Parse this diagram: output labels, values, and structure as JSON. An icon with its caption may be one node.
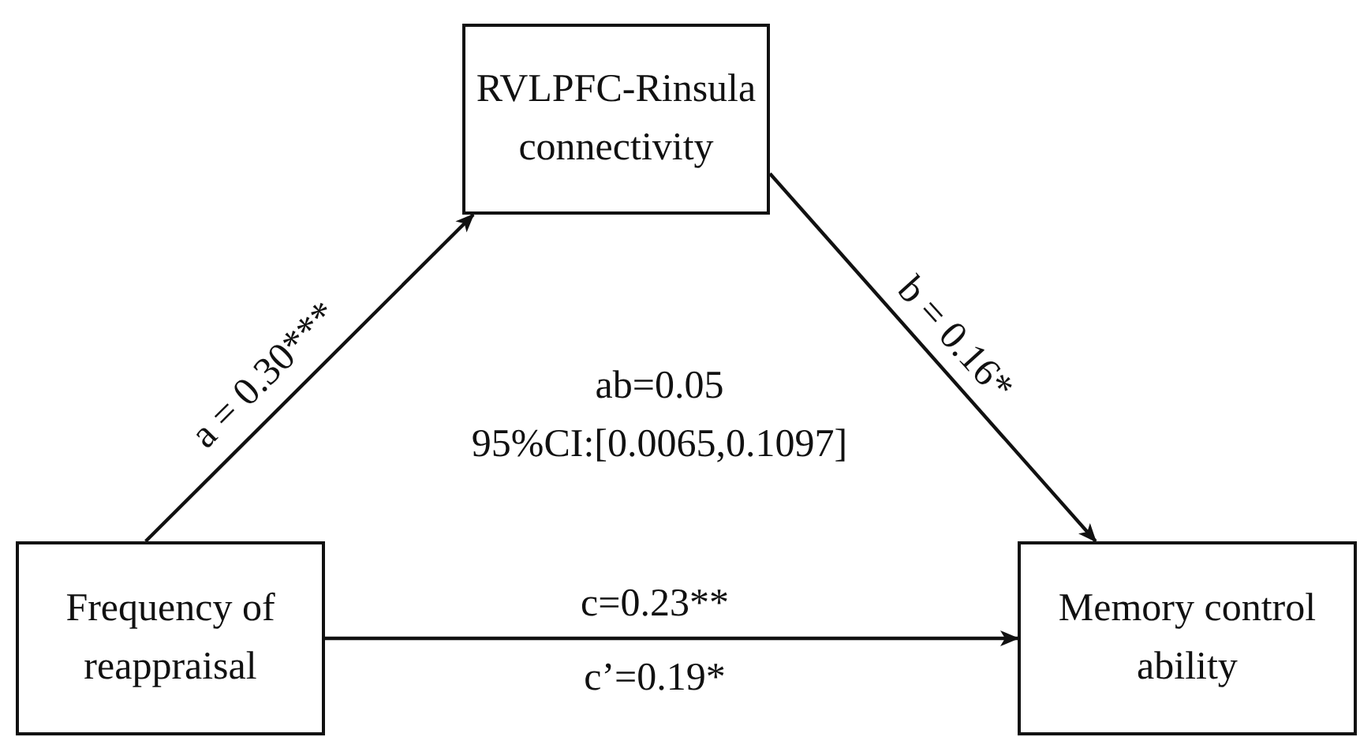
{
  "diagram": {
    "nodes": [
      {
        "text": [
          "RVLPFC-Rinsula connectivity"
        ]
      },
      {
        "text": [
          "Frequency of reappraisal"
        ]
      },
      {
        "text": [
          "Memory control ability"
        ]
      }
    ],
    "edges": [
      {
        "from": 1,
        "to": 0,
        "arrow": "to",
        "label": "a = 0.30***"
      },
      {
        "from": 0,
        "to": 2,
        "arrow": "to",
        "label": "b = 0.16*"
      },
      {
        "from": 1,
        "to": 2,
        "arrow": "to",
        "label": "c=0.23**"
      }
    ],
    "labels": [
      "ab=0.05",
      "95%CI:[0.0065,0.1097]",
      "c’=0.19*"
    ]
  }
}
